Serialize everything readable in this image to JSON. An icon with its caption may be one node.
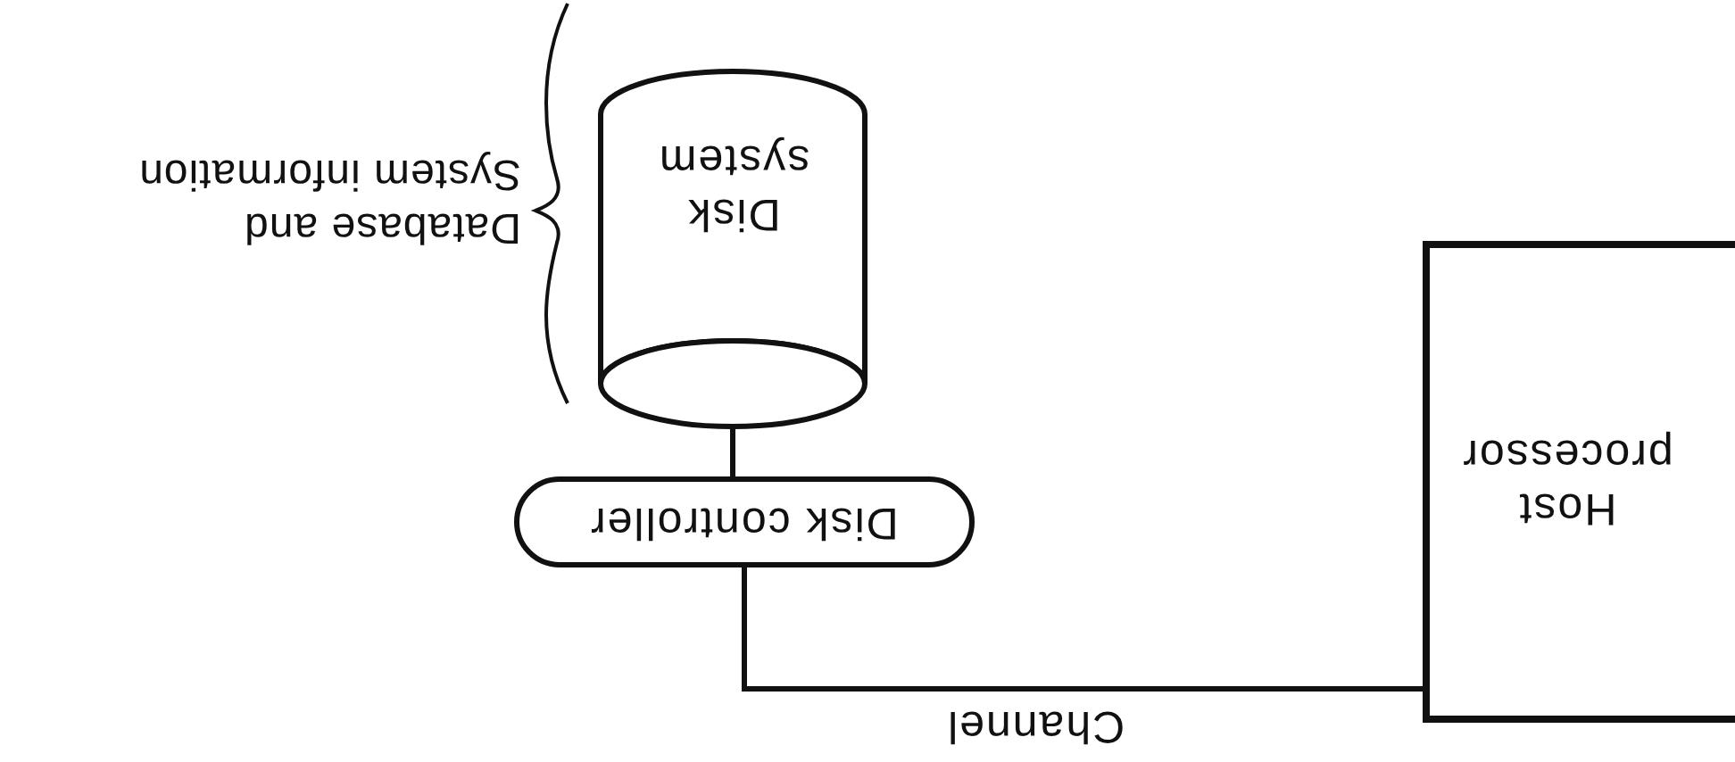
{
  "diagram": {
    "nodes": [
      {
        "text": [
          "Host processor"
        ]
      },
      {
        "text": [
          "Disk controller"
        ]
      },
      {
        "text": [
          "Disk system"
        ],
        "beside": [
          "Database and System information"
        ]
      }
    ],
    "edges": [
      {
        "from": 0,
        "to": 1,
        "arrow": "none",
        "label": "Channel"
      },
      {
        "from": 1,
        "to": 2,
        "arrow": "none"
      }
    ]
  }
}
